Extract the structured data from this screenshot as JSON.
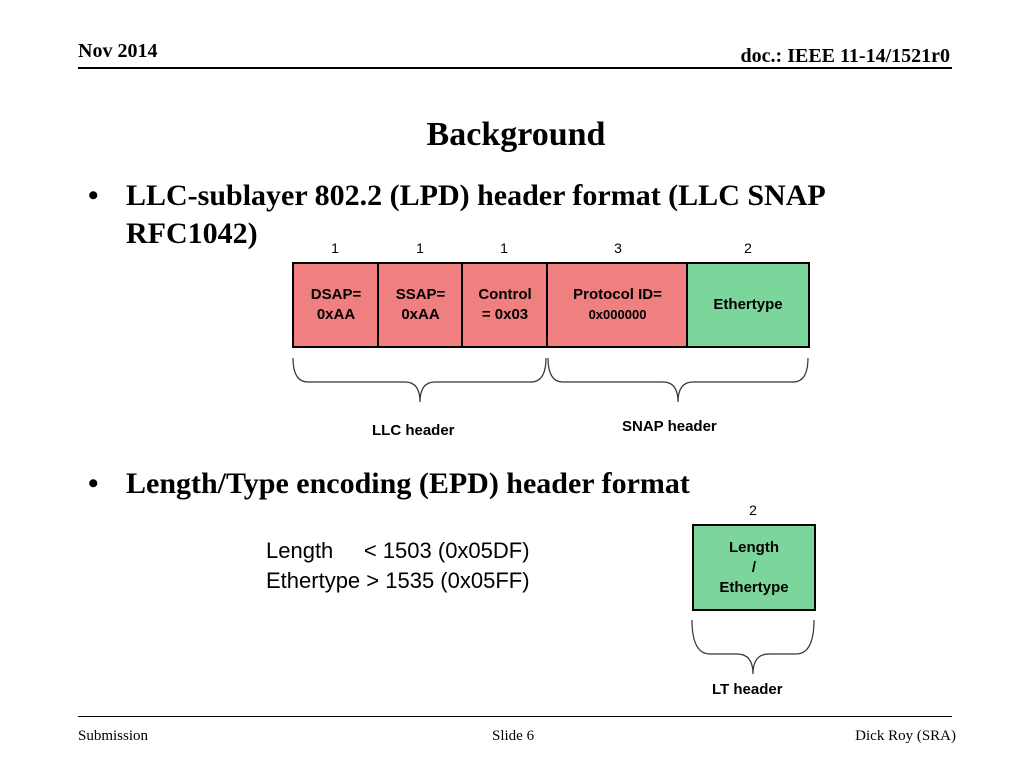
{
  "header": {
    "date": "Nov 2014",
    "doc": "doc.: IEEE 11-14/1521r0"
  },
  "title": "Background",
  "bullets": [
    "LLC-sublayer 802.2 (LPD) header format (LLC SNAP RFC1042)",
    "Length/Type encoding (EPD) header format"
  ],
  "llc_snap": {
    "sizes": [
      "1",
      "1",
      "1",
      "3",
      "2"
    ],
    "fields": [
      {
        "line1": "DSAP=",
        "line2": "0xAA"
      },
      {
        "line1": "SSAP=",
        "line2": "0xAA"
      },
      {
        "line1": "Control",
        "line2": "= 0x03"
      },
      {
        "line1": "Protocol ID=",
        "line2": "0x000000"
      },
      {
        "line1": "Ethertype",
        "line2": ""
      }
    ],
    "llc_label": "LLC header",
    "snap_label": "SNAP header"
  },
  "epd": {
    "size": "2",
    "field": {
      "line1": "Length",
      "line2": "/",
      "line3": "Ethertype"
    },
    "lt_label": "LT header",
    "encoding": [
      "Length     < 1503 (0x05DF)",
      "Ethertype > 1535 (0x05FF)"
    ]
  },
  "footer": {
    "left": "Submission",
    "center": "Slide 6",
    "right": "Dick Roy (SRA)"
  },
  "colors": {
    "llc_field": "#F08080",
    "snap_ethertype": "#7CD59B"
  }
}
